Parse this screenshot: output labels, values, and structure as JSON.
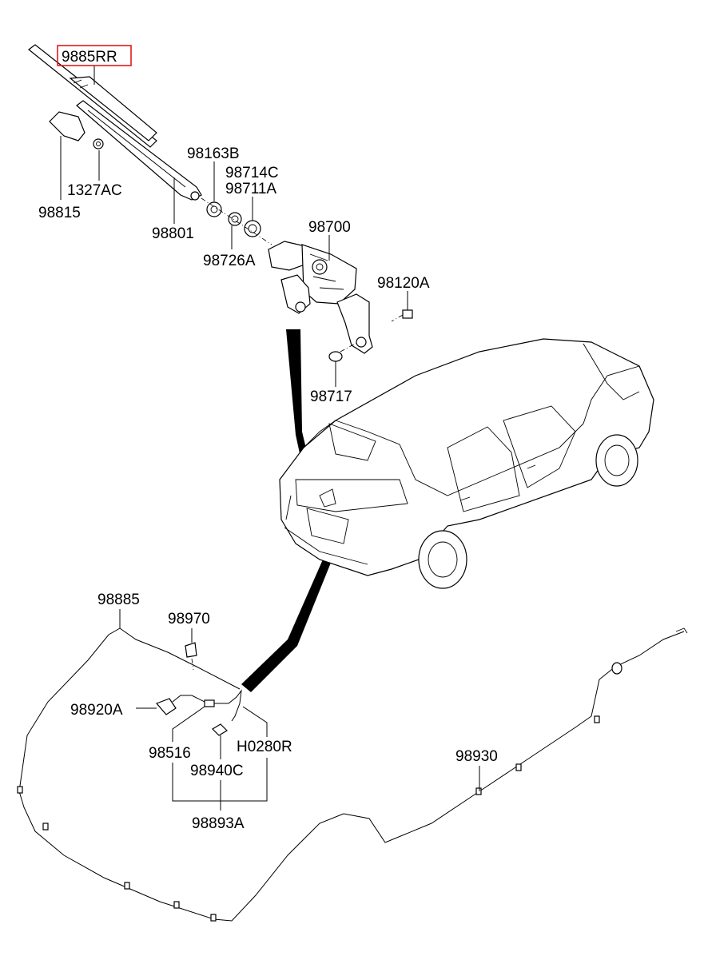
{
  "labels": {
    "wiper_blade": "9885RR",
    "arm_cover": "98815",
    "nut": "1327AC",
    "wiper_arm": "98801",
    "cap_98163b": "98163B",
    "seal_98714c": "98714C",
    "seal_98711a": "98711A",
    "washer_98726a": "98726A",
    "motor": "98700",
    "bolt": "98120A",
    "grommet": "98717",
    "hose_98885": "98885",
    "clip_98970": "98970",
    "nozzle": "98920A",
    "connector_98516": "98516",
    "connector_h0280r": "H0280R",
    "clip_98940c": "98940C",
    "assembly_98893a": "98893A",
    "hose_98930": "98930"
  },
  "highlight_color": "#e0191b"
}
